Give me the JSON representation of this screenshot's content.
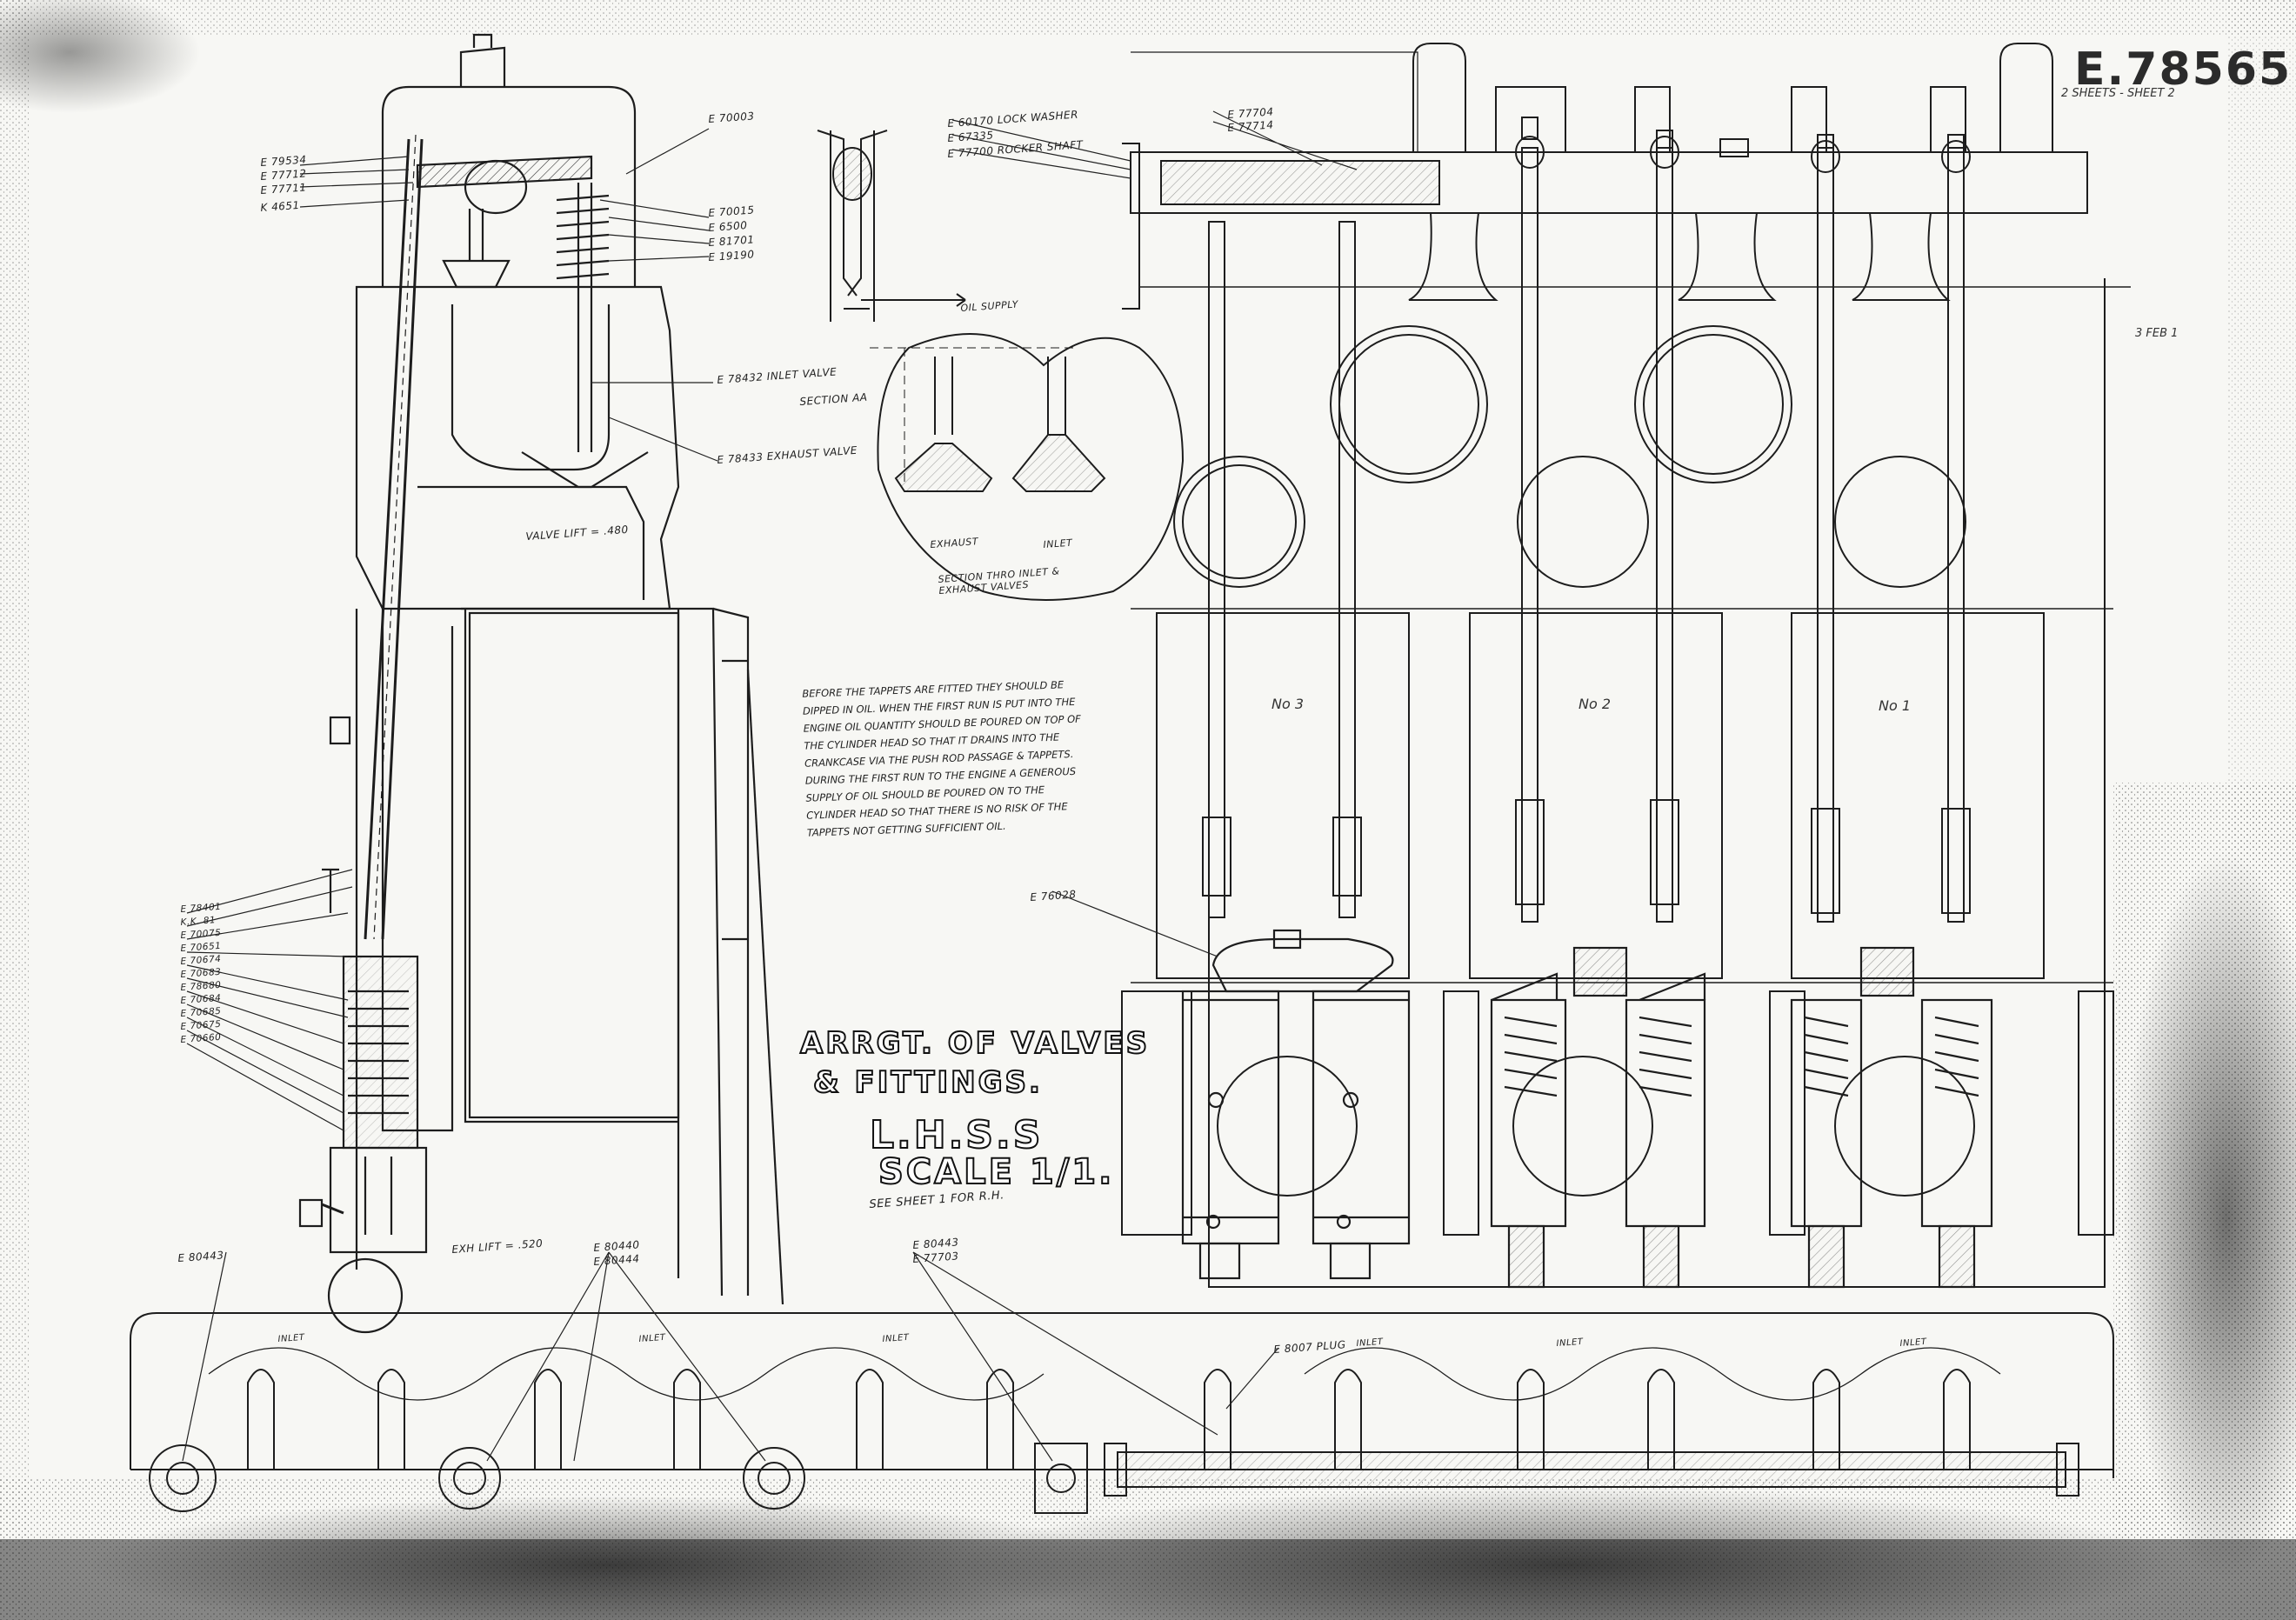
{
  "drawing": {
    "number": "E.78565",
    "sheet_ref": "2 SHEETS - SHEET 2",
    "date_stamp": "3 FEB 1"
  },
  "title_block": {
    "line1": "ARRGT. OF VALVES",
    "line2": "& FITTINGS.",
    "line3": "L.H.S.S",
    "line4": "SCALE 1/1.",
    "line5": "SEE SHEET 1 FOR R.H."
  },
  "note": {
    "text": "BEFORE THE TAPPETS ARE FITTED THEY SHOULD BE DIPPED IN OIL. WHEN THE FIRST RUN IS PUT INTO THE ENGINE OIL QUANTITY SHOULD BE POURED ON TOP OF THE CYLINDER HEAD SO THAT IT DRAINS INTO THE CRANKCASE VIA THE PUSH ROD PASSAGE & TAPPETS. DURING THE FIRST RUN TO THE ENGINE A GENEROUS SUPPLY OF OIL SHOULD BE POURED ON TO THE CYLINDER HEAD SO THAT THERE IS NO RISK OF THE TAPPETS NOT GETTING SUFFICIENT OIL."
  },
  "labels": {
    "valve_lift": "VALVE LIFT = .480",
    "exh_valve_lift": "EXH LIFT = .520",
    "section": "SECTION AA",
    "section_thro": "SECTION THRO INLET & EXHAUST VALVES",
    "inlet_valve": "E 78432 INLET VALVE",
    "exhaust_valve": "E 78433 EXHAUST VALVE",
    "exhaust_left": "EXHAUST",
    "inlet_right": "INLET",
    "oil_supply": "OIL SUPPLY",
    "rocker_shaft": "E 77700 ROCKER SHAFT",
    "lock_washer": "E 60170 LOCK WASHER",
    "e67335": "E 67335",
    "e77704": "E 77704",
    "e77714": "E 77714",
    "e70003": "E 70003",
    "e79534": "E 79534",
    "e77712": "E 77712",
    "e77711": "E 77711",
    "k4651": "K 4651",
    "e70015": "E 70015",
    "e6500": "E 6500",
    "e81701": "E 81701",
    "e19190": "E 19190",
    "e76028": "E 76028",
    "e80443": "E 80443",
    "e80440": "E 80440",
    "e80444": "E 80444",
    "e80443b": "E 80443",
    "e77703": "E 77703",
    "e8007": "E 8007 PLUG",
    "cyl3": "No 3",
    "cyl2": "No 2",
    "cyl1": "No 1",
    "inlet": "INLET"
  },
  "left_parts": [
    "E 78401",
    "K.K. 81",
    "E 70075",
    "E 70651",
    "E 70674",
    "E 70683",
    "E 78680",
    "E 70684",
    "E 70685",
    "E 70675",
    "E 70660"
  ]
}
